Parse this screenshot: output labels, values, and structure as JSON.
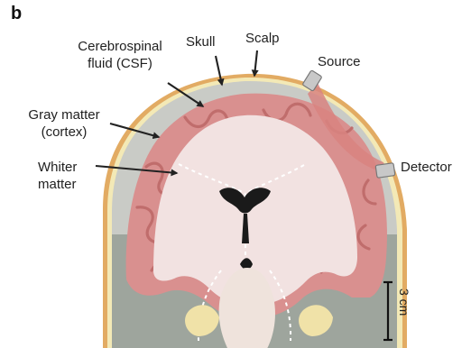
{
  "panel": {
    "letter": "b"
  },
  "labels": {
    "csf_line1": "Cerebrospinal",
    "csf_line2": "fluid (CSF)",
    "skull": "Skull",
    "scalp": "Scalp",
    "source": "Source",
    "gray_line1": "Gray matter",
    "gray_line2": "(cortex)",
    "white_line1": "Whiter",
    "white_line2": "matter",
    "detector": "Detector"
  },
  "scale_bar": {
    "label": "3 cm"
  },
  "colors": {
    "scalp": "#e2ab63",
    "skull_csf": "#f3e9b6",
    "cortex": "#d9908f",
    "white_matter": "#f2e2e1",
    "deep_tissue": "#9ea59d",
    "light_path": "#d88480",
    "probe": "#c8c8c8",
    "arrow": "#222222"
  }
}
